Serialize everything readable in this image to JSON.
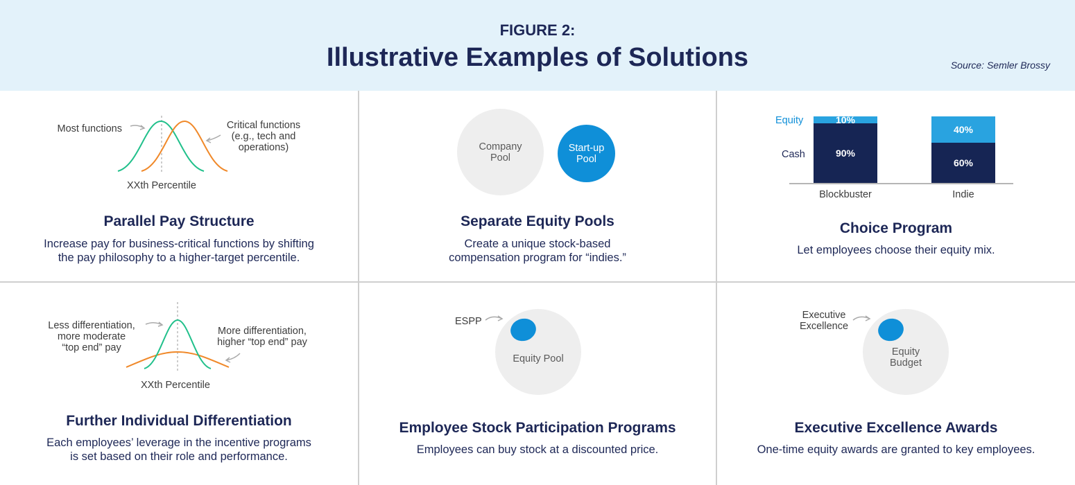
{
  "header": {
    "figure_label": "FIGURE 2:",
    "title": "Illustrative Examples of Solutions",
    "source": "Source: Semler Brossy"
  },
  "colors": {
    "navy": "#1d2756",
    "header_bg": "#e3f2fa",
    "blue": "#0f8fd8",
    "light_blue": "#29a3e0",
    "green": "#21c08b",
    "orange": "#f0892a",
    "pool_gray": "#eeeeee"
  },
  "panels": {
    "parallel": {
      "title": "Parallel Pay Structure",
      "desc_line1": "Increase pay for business-critical functions by shifting",
      "desc_line2": "the pay philosophy to a higher-target percentile.",
      "label_most": "Most functions",
      "label_critical_1": "Critical functions",
      "label_critical_2": "(e.g., tech and",
      "label_critical_3": "operations)",
      "axis_label": "XXth Percentile"
    },
    "pools": {
      "title": "Separate Equity Pools",
      "desc_line1": "Create a unique stock-based",
      "desc_line2": "compensation program for “indies.”",
      "company_pool_1": "Company",
      "company_pool_2": "Pool",
      "startup_pool_1": "Start-up",
      "startup_pool_2": "Pool"
    },
    "choice": {
      "title": "Choice Program",
      "desc": "Let employees choose their equity mix.",
      "legend_equity": "Equity",
      "legend_cash": "Cash"
    },
    "differentiation": {
      "title": "Further Individual Differentiation",
      "desc_line1": "Each employees’ leverage in the incentive programs",
      "desc_line2": "is set based on their role and performance.",
      "label_less_1": "Less differentiation,",
      "label_less_2": "more moderate",
      "label_less_3": "“top end” pay",
      "label_more_1": "More differentiation,",
      "label_more_2": "higher “top end” pay",
      "axis_label": "XXth Percentile"
    },
    "espp": {
      "title": "Employee Stock Participation Programs",
      "desc": "Employees can buy stock at a discounted price.",
      "label_espp": "ESPP",
      "pool_label": "Equity Pool"
    },
    "executive": {
      "title": "Executive Excellence Awards",
      "desc": "One-time equity awards are granted to key employees.",
      "label_1": "Executive",
      "label_2": "Excellence",
      "budget_1": "Equity",
      "budget_2": "Budget"
    }
  },
  "chart_data": {
    "type": "bar",
    "stacked": true,
    "categories": [
      "Blockbuster",
      "Indie"
    ],
    "series": [
      {
        "name": "Cash",
        "values": [
          90,
          60
        ],
        "labels": [
          "90%",
          "60%"
        ],
        "color": "#162554"
      },
      {
        "name": "Equity",
        "values": [
          10,
          40
        ],
        "labels": [
          "10%",
          "40%"
        ],
        "color": "#29a3e0"
      }
    ],
    "ylim": [
      0,
      100
    ]
  }
}
